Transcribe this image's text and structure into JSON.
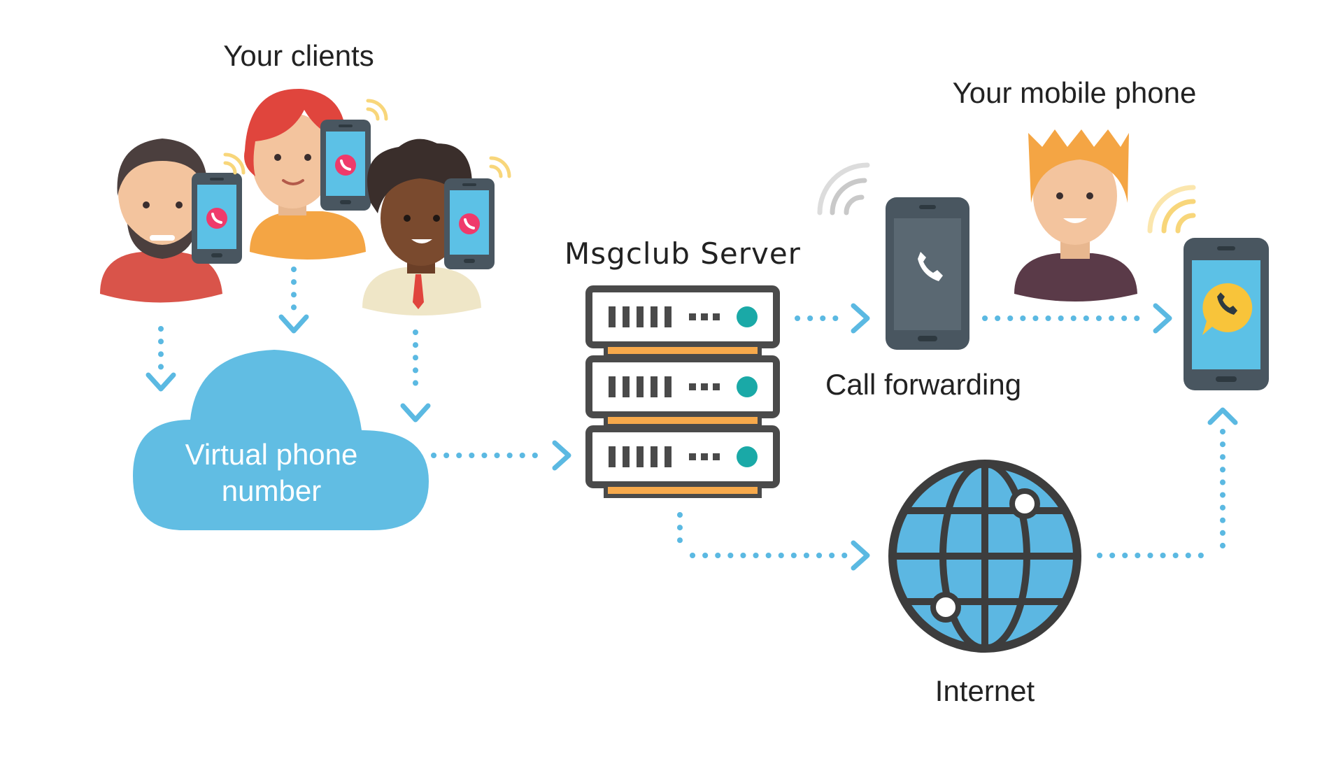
{
  "labels": {
    "clients": "Your clients",
    "virtual_number_line1": "Virtual phone",
    "virtual_number_line2": "number",
    "server": "Msgclub Server",
    "call_forwarding": "Call forwarding",
    "mobile_phone": "Your mobile phone",
    "internet": "Internet"
  },
  "colors": {
    "flow_arrow": "#5bb9e2",
    "cloud": "#61bde3",
    "server_body": "#ffffff",
    "server_stroke": "#4a4a4a",
    "server_light": "#1aa9a7",
    "server_accent": "#f7a94b",
    "phone_dark": "#495660",
    "phone_screen": "#5cc1e6",
    "ring_alert": "#ef3a6b",
    "call_bubble": "#f8c43a",
    "globe_fill": "#5cb7e2"
  },
  "icons": [
    "person-beard-icon",
    "person-redhead-icon",
    "person-curly-icon",
    "smartphone-icon",
    "cloud-icon",
    "server-rack-icon",
    "globe-icon",
    "person-blonde-icon",
    "call-icon"
  ]
}
